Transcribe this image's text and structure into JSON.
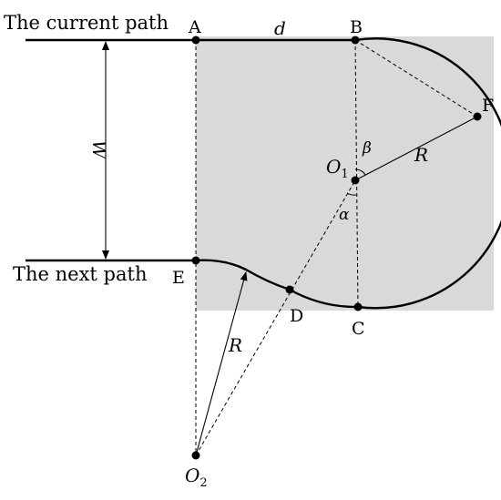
{
  "captions": {
    "current_path": "The current path",
    "next_path": "The next path"
  },
  "points": {
    "A": "A",
    "B": "B",
    "C": "C",
    "D": "D",
    "E": "E",
    "F": "F",
    "O1_main": "O",
    "O1_sub": "1",
    "O2_main": "O",
    "O2_sub": "2"
  },
  "symbols": {
    "d": "d",
    "W": "W",
    "R_upper": "R",
    "R_lower": "R",
    "alpha": "α",
    "beta": "β"
  },
  "colors": {
    "region_fill": "#d9d9d9",
    "stroke": "#000000"
  }
}
